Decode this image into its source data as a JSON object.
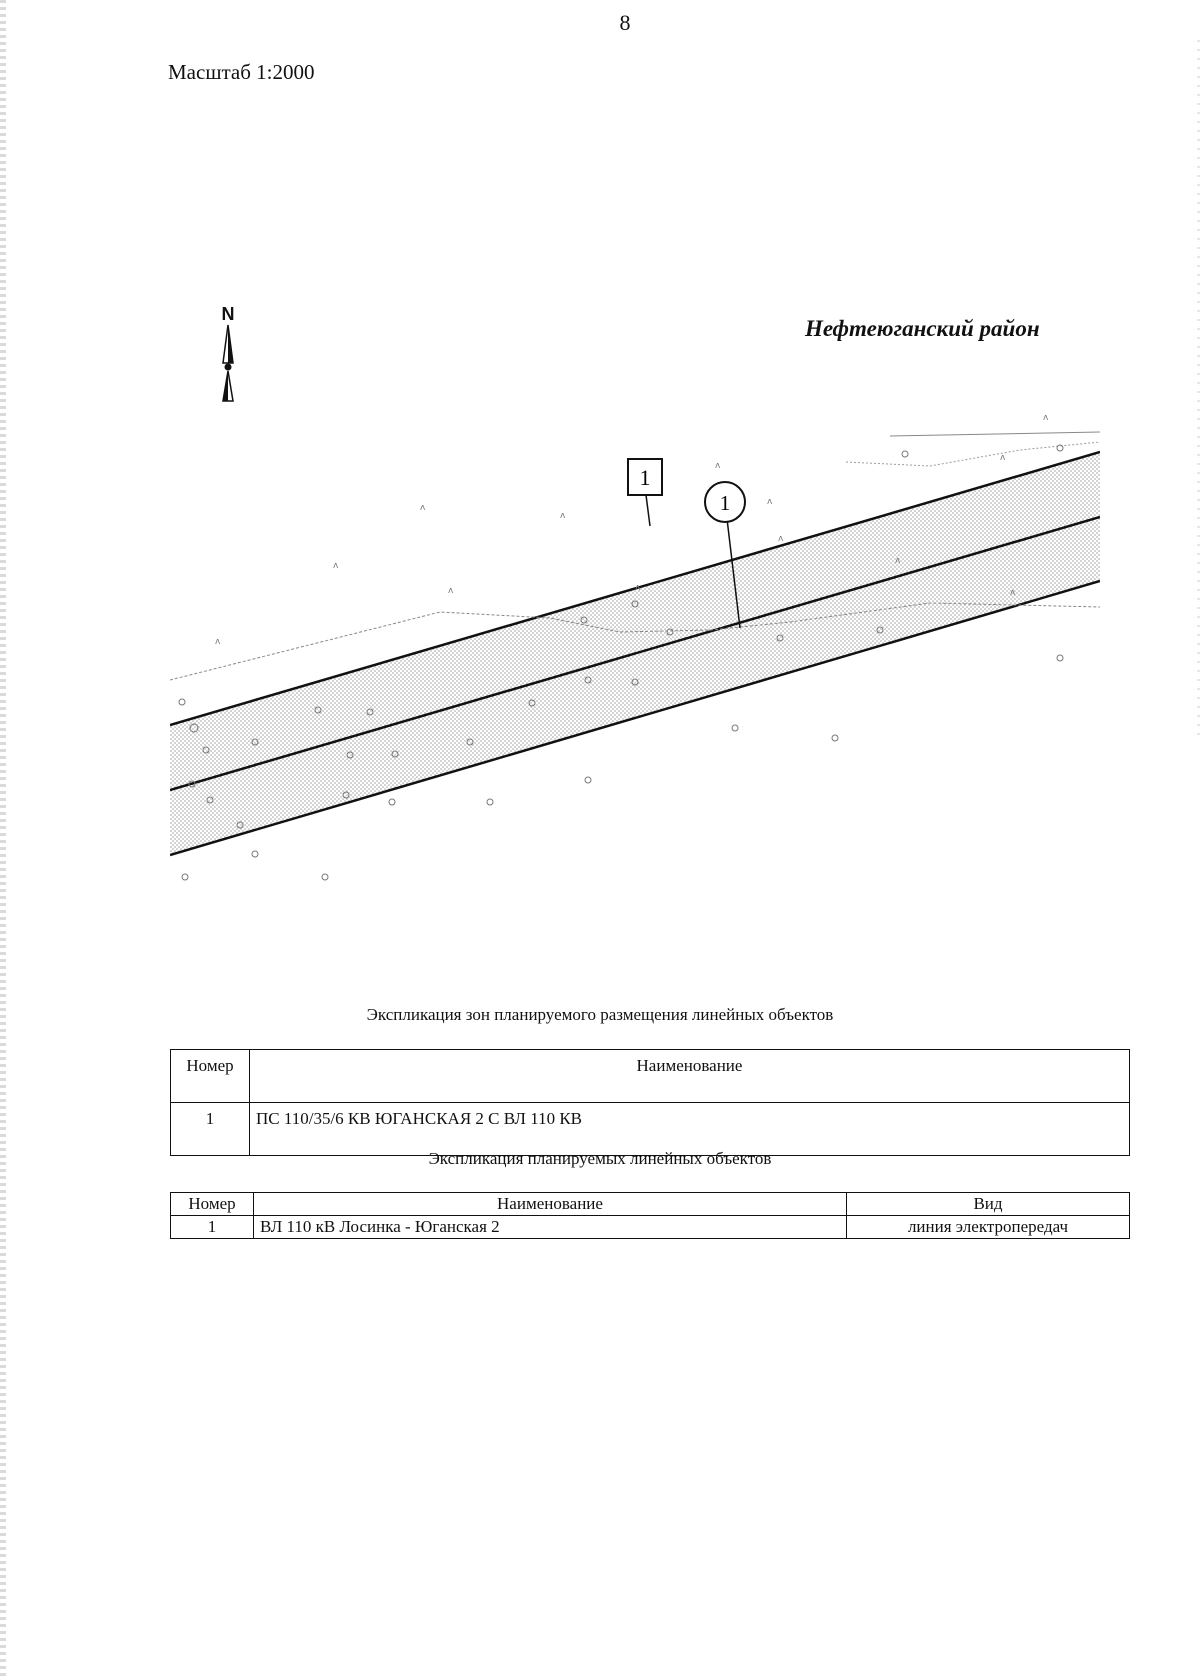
{
  "page_number": "8",
  "scale_label": "Масштаб 1:2000",
  "north_label": "N",
  "district_label": "Нефтеюганский район",
  "map_labels": {
    "zone_marker": "1",
    "object_marker": "1"
  },
  "zones_table": {
    "caption": "Экспликация зон планируемого размещения линейных объектов",
    "headers": [
      "Номер",
      "Наименование"
    ],
    "rows": [
      [
        "1",
        "ПС 110/35/6 КВ ЮГАНСКАЯ 2 С ВЛ 110 КВ"
      ]
    ]
  },
  "objects_table": {
    "caption": "Экспликация планируемых линейных объектов",
    "headers": [
      "Номер",
      "Наименование",
      "Вид"
    ],
    "rows": [
      [
        "1",
        "ВЛ 110 кВ Лосинка - Юганская 2",
        "линия электропередач"
      ]
    ]
  }
}
